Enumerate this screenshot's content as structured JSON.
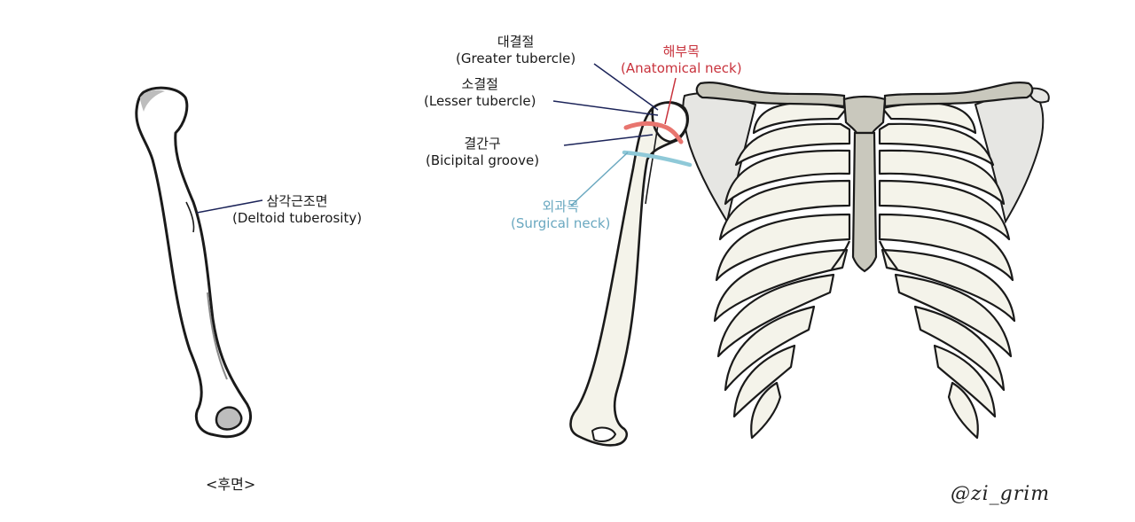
{
  "labels": {
    "greater_tubercle": {
      "ko": "대결절",
      "en": "(Greater tubercle)"
    },
    "lesser_tubercle": {
      "ko": "소결절",
      "en": "(Lesser tubercle)"
    },
    "bicipital_groove": {
      "ko": "결간구",
      "en": "(Bicipital groove)"
    },
    "anatomical_neck": {
      "ko": "해부목",
      "en": "(Anatomical neck)"
    },
    "surgical_neck": {
      "ko": "외과목",
      "en": "(Surgical neck)"
    },
    "deltoid_tuberosity": {
      "ko": "삼각근조면",
      "en": "(Deltoid tuberosity)"
    }
  },
  "caption": "<후면>",
  "signature": "@zi_grim",
  "colors": {
    "outline": "#1a1a1a",
    "bone_fill": "#f4f3ea",
    "sternum_fill": "#c9c8bd",
    "scapula_fill": "#e6e6e3",
    "anatomical_neck": "#e8756f",
    "surgical_neck": "#8fc9d8",
    "leader_dark": "#1c2459",
    "label_red": "#c8323c",
    "label_blue": "#6aa8c0"
  }
}
